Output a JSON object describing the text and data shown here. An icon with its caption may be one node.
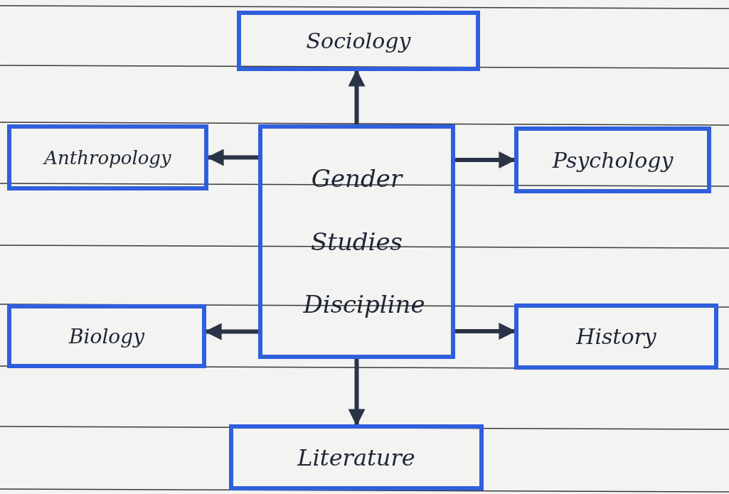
{
  "diagram": {
    "nodes": [
      {
        "text": [
          "Gender Studies Discipline"
        ]
      },
      {
        "text": [
          "Sociology"
        ]
      },
      {
        "text": [
          "Anthropology"
        ]
      },
      {
        "text": [
          "Psychology"
        ]
      },
      {
        "text": [
          "Biology"
        ]
      },
      {
        "text": [
          "History"
        ]
      },
      {
        "text": [
          "Literature"
        ]
      }
    ],
    "edges": [
      {
        "from": 0,
        "to": 1,
        "arrow": "to"
      },
      {
        "from": 0,
        "to": 2,
        "arrow": "to"
      },
      {
        "from": 0,
        "to": 3,
        "arrow": "to"
      },
      {
        "from": 0,
        "to": 4,
        "arrow": "to"
      },
      {
        "from": 0,
        "to": 5,
        "arrow": "to"
      },
      {
        "from": 0,
        "to": 6,
        "arrow": "to"
      }
    ]
  }
}
